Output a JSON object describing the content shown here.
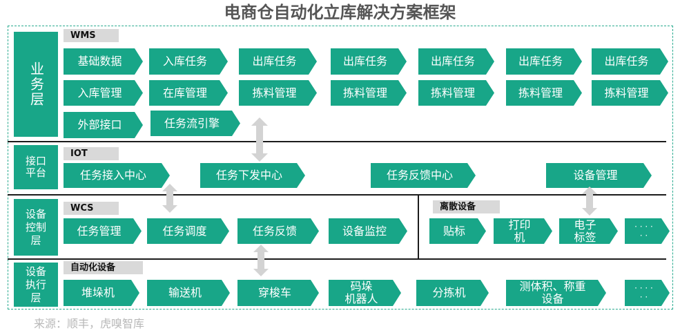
{
  "title": "电商仓自动化立库解决方案框架",
  "source": "来源：顺丰，虎嗅智库",
  "colors": {
    "accent": "#18a688",
    "dashed_border": "#27aa8e",
    "tag_bg": "#d9d9d9",
    "arrow": "#d3d3d3"
  },
  "layers": {
    "business": {
      "label": "业务层",
      "tag": "WMS"
    },
    "interface": {
      "label_line1": "接口",
      "label_line2": "平台",
      "tag": "IOT"
    },
    "control": {
      "label_line1": "设备",
      "label_line2": "控制",
      "label_line3": "层",
      "tag": "WCS",
      "discrete_tag": "离散设备"
    },
    "execution": {
      "label_line1": "设备",
      "label_line2": "执行",
      "label_line3": "层",
      "tag": "自动化设备"
    }
  },
  "business_rows": {
    "row1": [
      "基础数据",
      "入库任务",
      "出库任务",
      "出库任务",
      "出库任务",
      "出库任务",
      "出库任务"
    ],
    "row2": [
      "入库管理",
      "在库管理",
      "拣料管理",
      "拣料管理",
      "拣料管理",
      "拣料管理",
      "拣料管理"
    ],
    "row3": [
      "外部接口",
      "任务流引擎"
    ]
  },
  "interface_items": [
    "任务接入中心",
    "任务下发中心",
    "任务反馈中心",
    "设备管理"
  ],
  "wcs_items": [
    "任务管理",
    "任务调度",
    "任务反馈",
    "设备监控"
  ],
  "discrete_items": [
    [
      "贴标"
    ],
    [
      "打印",
      "机"
    ],
    [
      "电子",
      "标签"
    ],
    [
      "· · · ·",
      "· ·"
    ]
  ],
  "execution_items": [
    [
      "堆垛机"
    ],
    [
      "输送机"
    ],
    [
      "穿梭车"
    ],
    [
      "码垛",
      "机器人"
    ],
    [
      "分拣机"
    ],
    [
      "测体积、称重",
      "设备"
    ],
    [
      "· · · ·",
      "· ·"
    ]
  ]
}
